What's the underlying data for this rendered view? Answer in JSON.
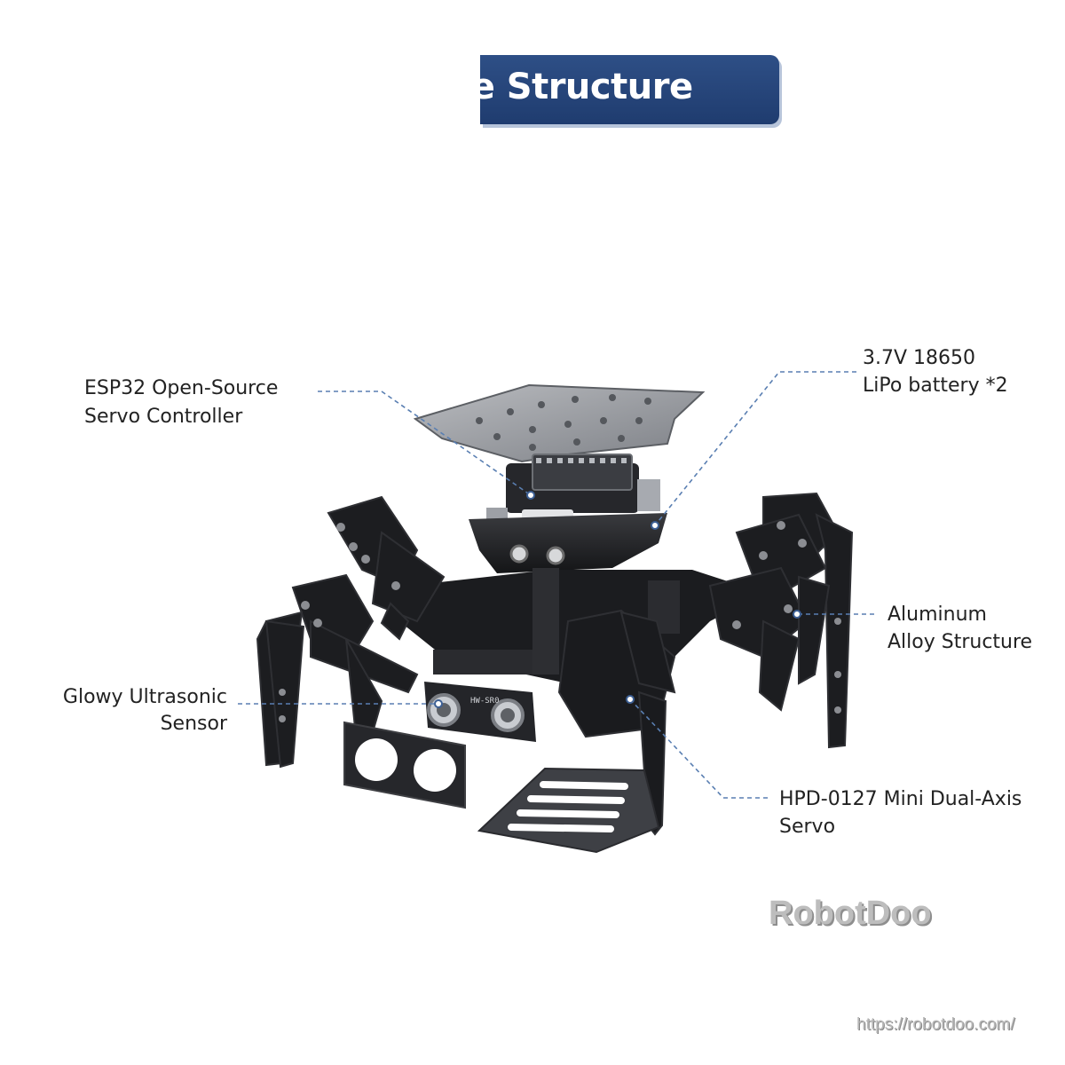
{
  "banner": {
    "title": "are Structure"
  },
  "callouts": {
    "controller": {
      "line1": "ESP32 Open-Source",
      "line2": "Servo Controller"
    },
    "battery": {
      "line1": "3.7V 18650",
      "line2": "LiPo battery *2"
    },
    "frame": {
      "line1": "Aluminum",
      "line2": "Alloy Structure"
    },
    "sensor": {
      "line1": "Glowy Ultrasonic",
      "line2": "Sensor"
    },
    "servo": {
      "line1": "HPD-0127 Mini Dual-Axis",
      "line2": "Servo"
    }
  },
  "sensor_module": {
    "marking": "HW-SR0"
  },
  "watermark": {
    "brand": "RobotDoo",
    "url": "https://robotdoo.com/"
  },
  "colors": {
    "banner": "#2e4f86",
    "leader_line": "#5a7fb2",
    "robot_body": "#1e1f22",
    "plate": "#8f9196"
  }
}
